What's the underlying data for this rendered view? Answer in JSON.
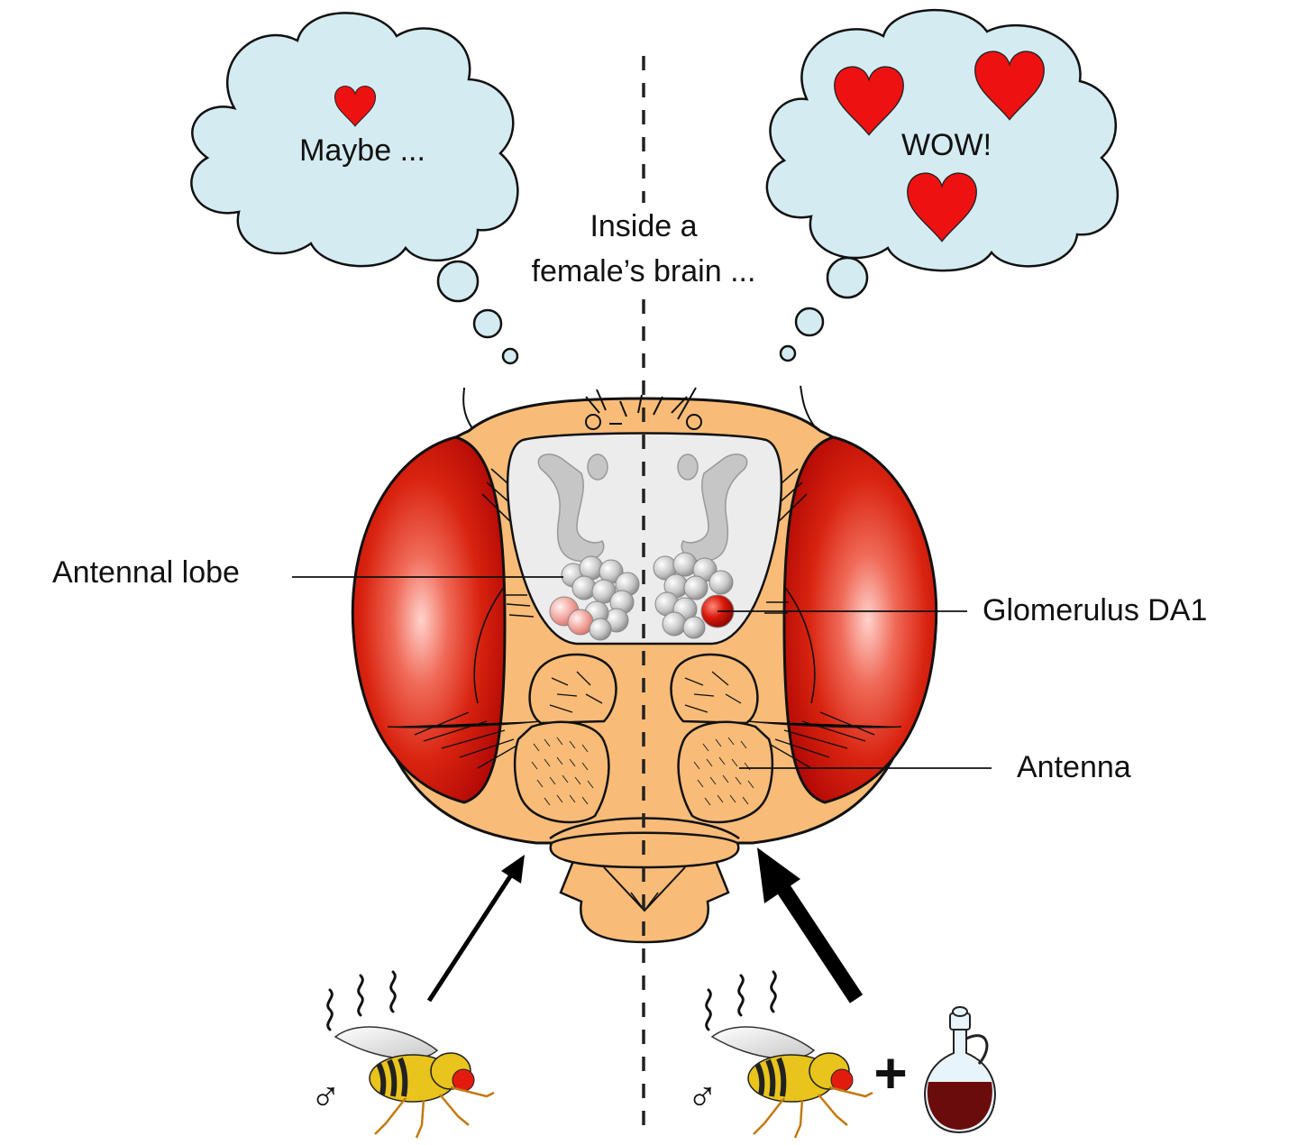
{
  "center_caption": {
    "line1": "Inside a",
    "line2": "female’s brain ..."
  },
  "left_thought": {
    "text": "Maybe ...",
    "heart_count": 1
  },
  "right_thought": {
    "text": "WOW!",
    "heart_count": 3
  },
  "labels": {
    "antennal_lobe": "Antennal lobe",
    "glomerulus": "Glomerulus DA1",
    "antenna": "Antenna"
  },
  "bottom": {
    "male_symbol": "♂",
    "plus": "+"
  },
  "colors": {
    "cloud_fill": "#d4ebf2",
    "head_fill": "#f8bc78",
    "eye_red": "#d42010",
    "brain_fill": "#ececec",
    "heart_red": "#ee1111",
    "vinegar": "#6a0c0c",
    "da1_active": "#d81a0a",
    "da1_weak": "#f4a6a0"
  },
  "icons": [
    "heart-icon",
    "fly-icon",
    "vinegar-bottle-icon",
    "odor-wave-icon",
    "arrow-icon"
  ]
}
